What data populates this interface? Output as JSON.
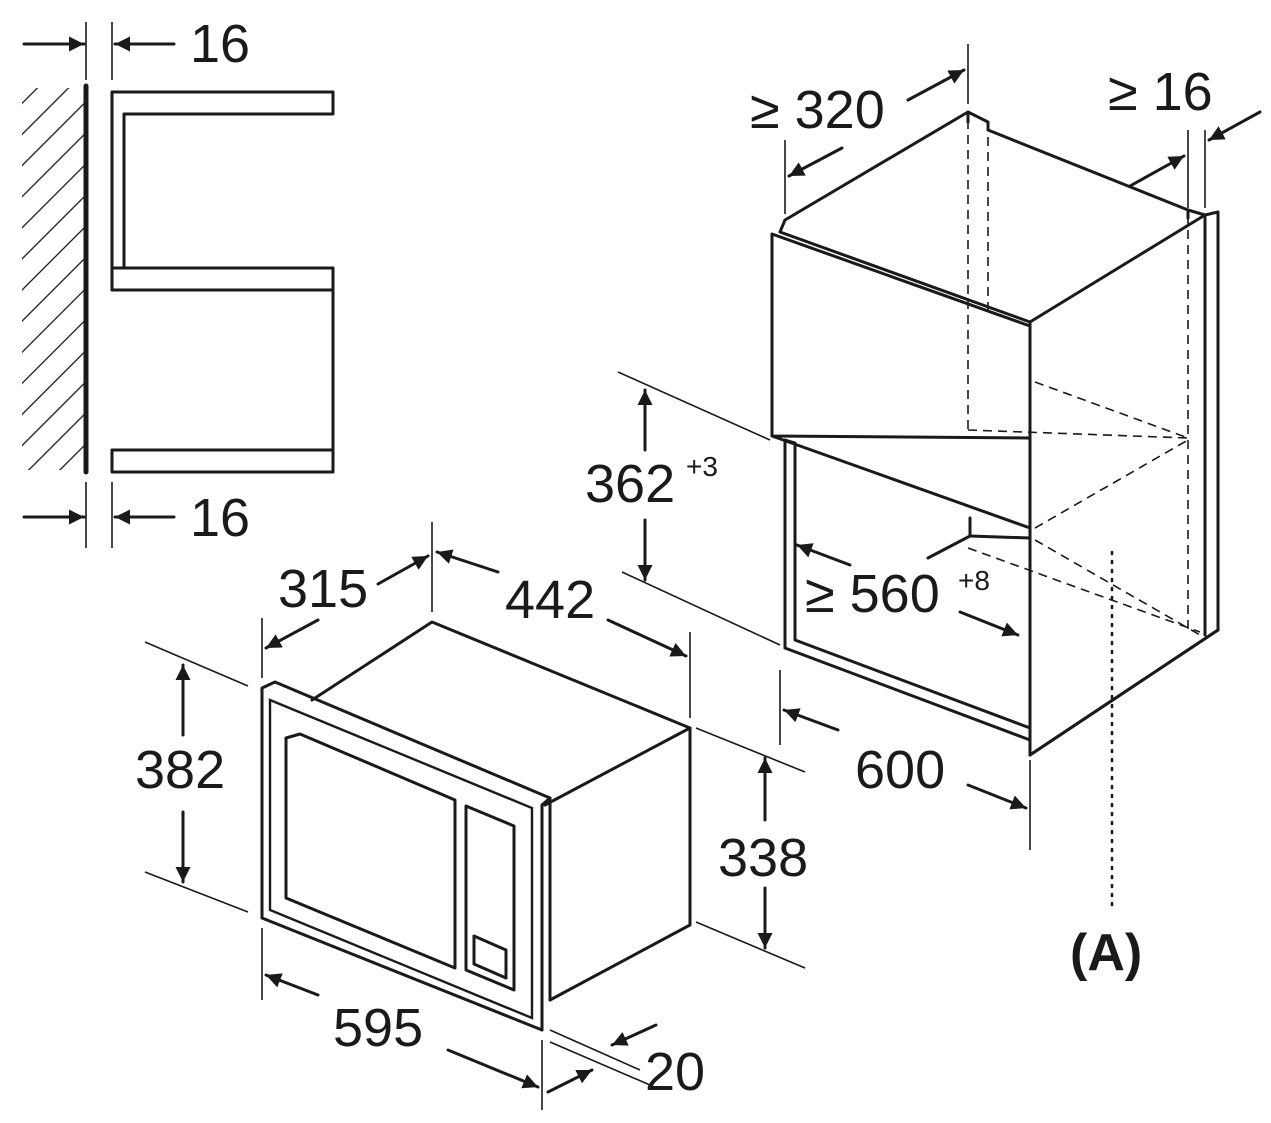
{
  "side_view": {
    "gap_top": "16",
    "gap_bottom": "16"
  },
  "appliance": {
    "depth": "315",
    "body_width": "442",
    "height_total": "382",
    "body_height": "338",
    "front_width": "595",
    "front_thickness": "20"
  },
  "cabinet": {
    "depth_min": "≥ 320",
    "side_min": "≥ 16",
    "niche_height": "362",
    "niche_height_tol": "+3",
    "niche_width": "≥ 560",
    "niche_width_tol": "+8",
    "cabinet_width": "600"
  },
  "callout": {
    "label": "(A)"
  }
}
